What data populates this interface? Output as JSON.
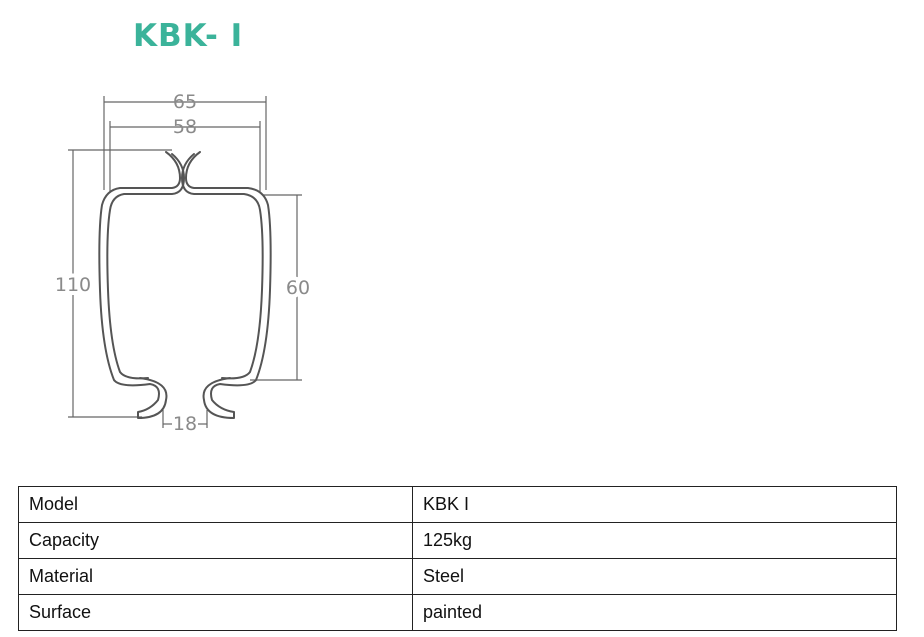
{
  "title": "KBK- I",
  "drawing": {
    "dim_width_outer": "65",
    "dim_width_inner": "58",
    "dim_height_total": "110",
    "dim_height_side": "60",
    "dim_slot": "18"
  },
  "specs": [
    {
      "key": "Model",
      "value": "KBK I"
    },
    {
      "key": "Capacity",
      "value": "125kg"
    },
    {
      "key": "Material",
      "value": "Steel"
    },
    {
      "key": "Surface",
      "value": "painted"
    }
  ]
}
